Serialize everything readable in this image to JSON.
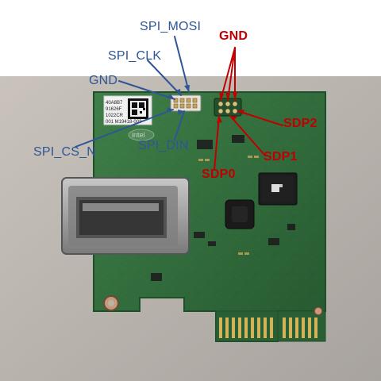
{
  "labels": {
    "spi_mosi": "SPI_MOSI",
    "gnd_right": "GND",
    "spi_clk": "SPI_CLK",
    "gnd_left": "GND",
    "sdp2": "SDP2",
    "spi_din": "SPI_DIN",
    "spi_cs_n": "SPI_CS_N",
    "sdp1": "SDP1",
    "sdp0": "SDP0"
  },
  "board_text": {
    "sticker_line1": "40A8B7",
    "sticker_line2": "91626F",
    "sticker_line3": "1022CR",
    "sticker_line4": "001 M19418-003",
    "logo": "intel"
  },
  "colors": {
    "board_green": "#2f6b3a",
    "label_blue": "#2f5597",
    "label_red": "#c00000",
    "background": "#bdb7b0"
  }
}
